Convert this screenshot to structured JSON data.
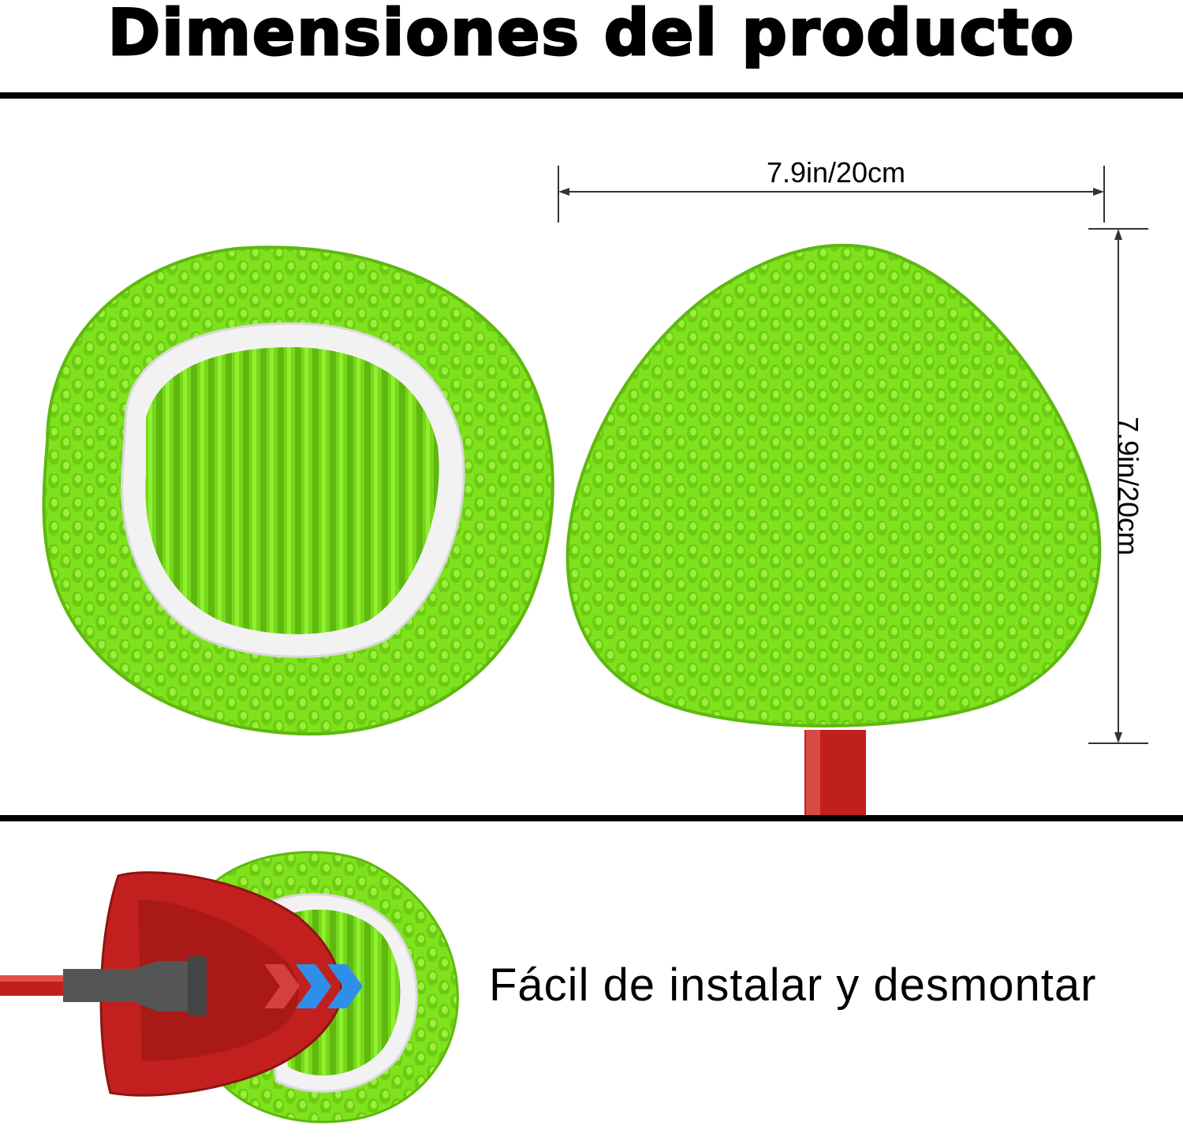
{
  "title": "Dimensiones del producto",
  "dimensions": {
    "width_label": "7.9in/20cm",
    "height_label": "7.9in/20cm"
  },
  "caption": "Fácil de instalar y desmontar",
  "colors": {
    "mop_green": "#7ee21c",
    "mop_green_dark": "#5fb80f",
    "white_binding": "#eeeeee",
    "red_handle": "#c0201c",
    "arrow_blue": "#2f8fe8",
    "arrow_red": "#d44040"
  }
}
